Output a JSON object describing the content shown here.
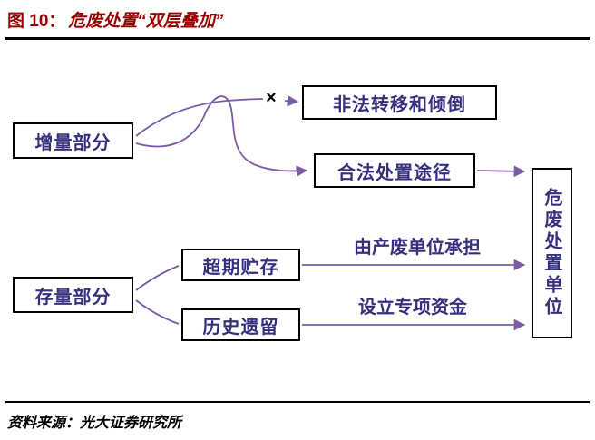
{
  "title": {
    "figure_label": "图 10：",
    "figure_title": "危废处置“双层叠加”"
  },
  "nodes": {
    "incremental": "增量部分",
    "stock": "存量部分",
    "illegal_transfer": "非法转移和倾倒",
    "legal_disposal": "合法处置途径",
    "overdue_storage": "超期贮存",
    "historical_legacy": "历史遗留",
    "disposal_unit": "危废处置单位"
  },
  "edge_labels": {
    "borne_by_producer": "由产废单位承担",
    "special_fund": "设立专项资金",
    "forbidden_mark": "×"
  },
  "source": {
    "label": "资料来源：",
    "value": "光大证券研究所"
  },
  "colors": {
    "title_red": "#990000",
    "node_text_purple": "#34307e",
    "arrow_purple": "#7b5ba5",
    "border_black": "#000000"
  }
}
